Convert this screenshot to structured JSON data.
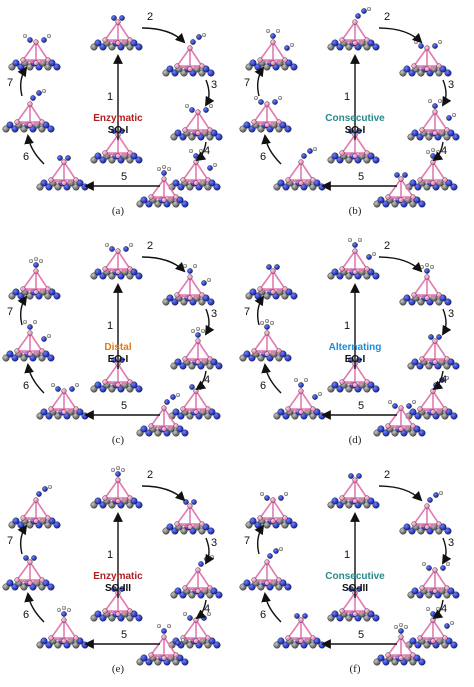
{
  "figure": {
    "panels": [
      {
        "caption": "(a)",
        "mechanism": "Enzymatic",
        "site": "SO-I",
        "mechanism_color": "#b02020",
        "steps": [
          "1",
          "2",
          "3",
          "4",
          "5",
          "6",
          "7"
        ]
      },
      {
        "caption": "(b)",
        "mechanism": "Consecutive",
        "site": "SO-I",
        "mechanism_color": "#2a8a8a",
        "steps": [
          "1",
          "2",
          "3",
          "4",
          "5",
          "6",
          "7"
        ]
      },
      {
        "caption": "(c)",
        "mechanism": "Distal",
        "site": "EO-I",
        "mechanism_color": "#e07a10",
        "steps": [
          "1",
          "2",
          "3",
          "4",
          "5",
          "6",
          "7"
        ]
      },
      {
        "caption": "(d)",
        "mechanism": "Alternating",
        "site": "EO-I",
        "mechanism_color": "#1e8ad8",
        "steps": [
          "1",
          "2",
          "3",
          "4",
          "5",
          "6",
          "7"
        ]
      },
      {
        "caption": "(e)",
        "mechanism": "Enzymatic",
        "site": "SO-III",
        "mechanism_color": "#b02020",
        "steps": [
          "1",
          "2",
          "3",
          "4",
          "5",
          "6",
          "7"
        ]
      },
      {
        "caption": "(f)",
        "mechanism": "Consecutive",
        "site": "SO-III",
        "mechanism_color": "#2a8a8a",
        "steps": [
          "1",
          "2",
          "3",
          "4",
          "5",
          "6",
          "7"
        ]
      }
    ],
    "colors": {
      "boron_pink": "#e88ab8",
      "nitrogen_blue": "#1a2fd0",
      "carbon_gray": "#6e6e6e",
      "hydrogen_white": "#f4f4f4",
      "arrow": "#111111"
    }
  }
}
